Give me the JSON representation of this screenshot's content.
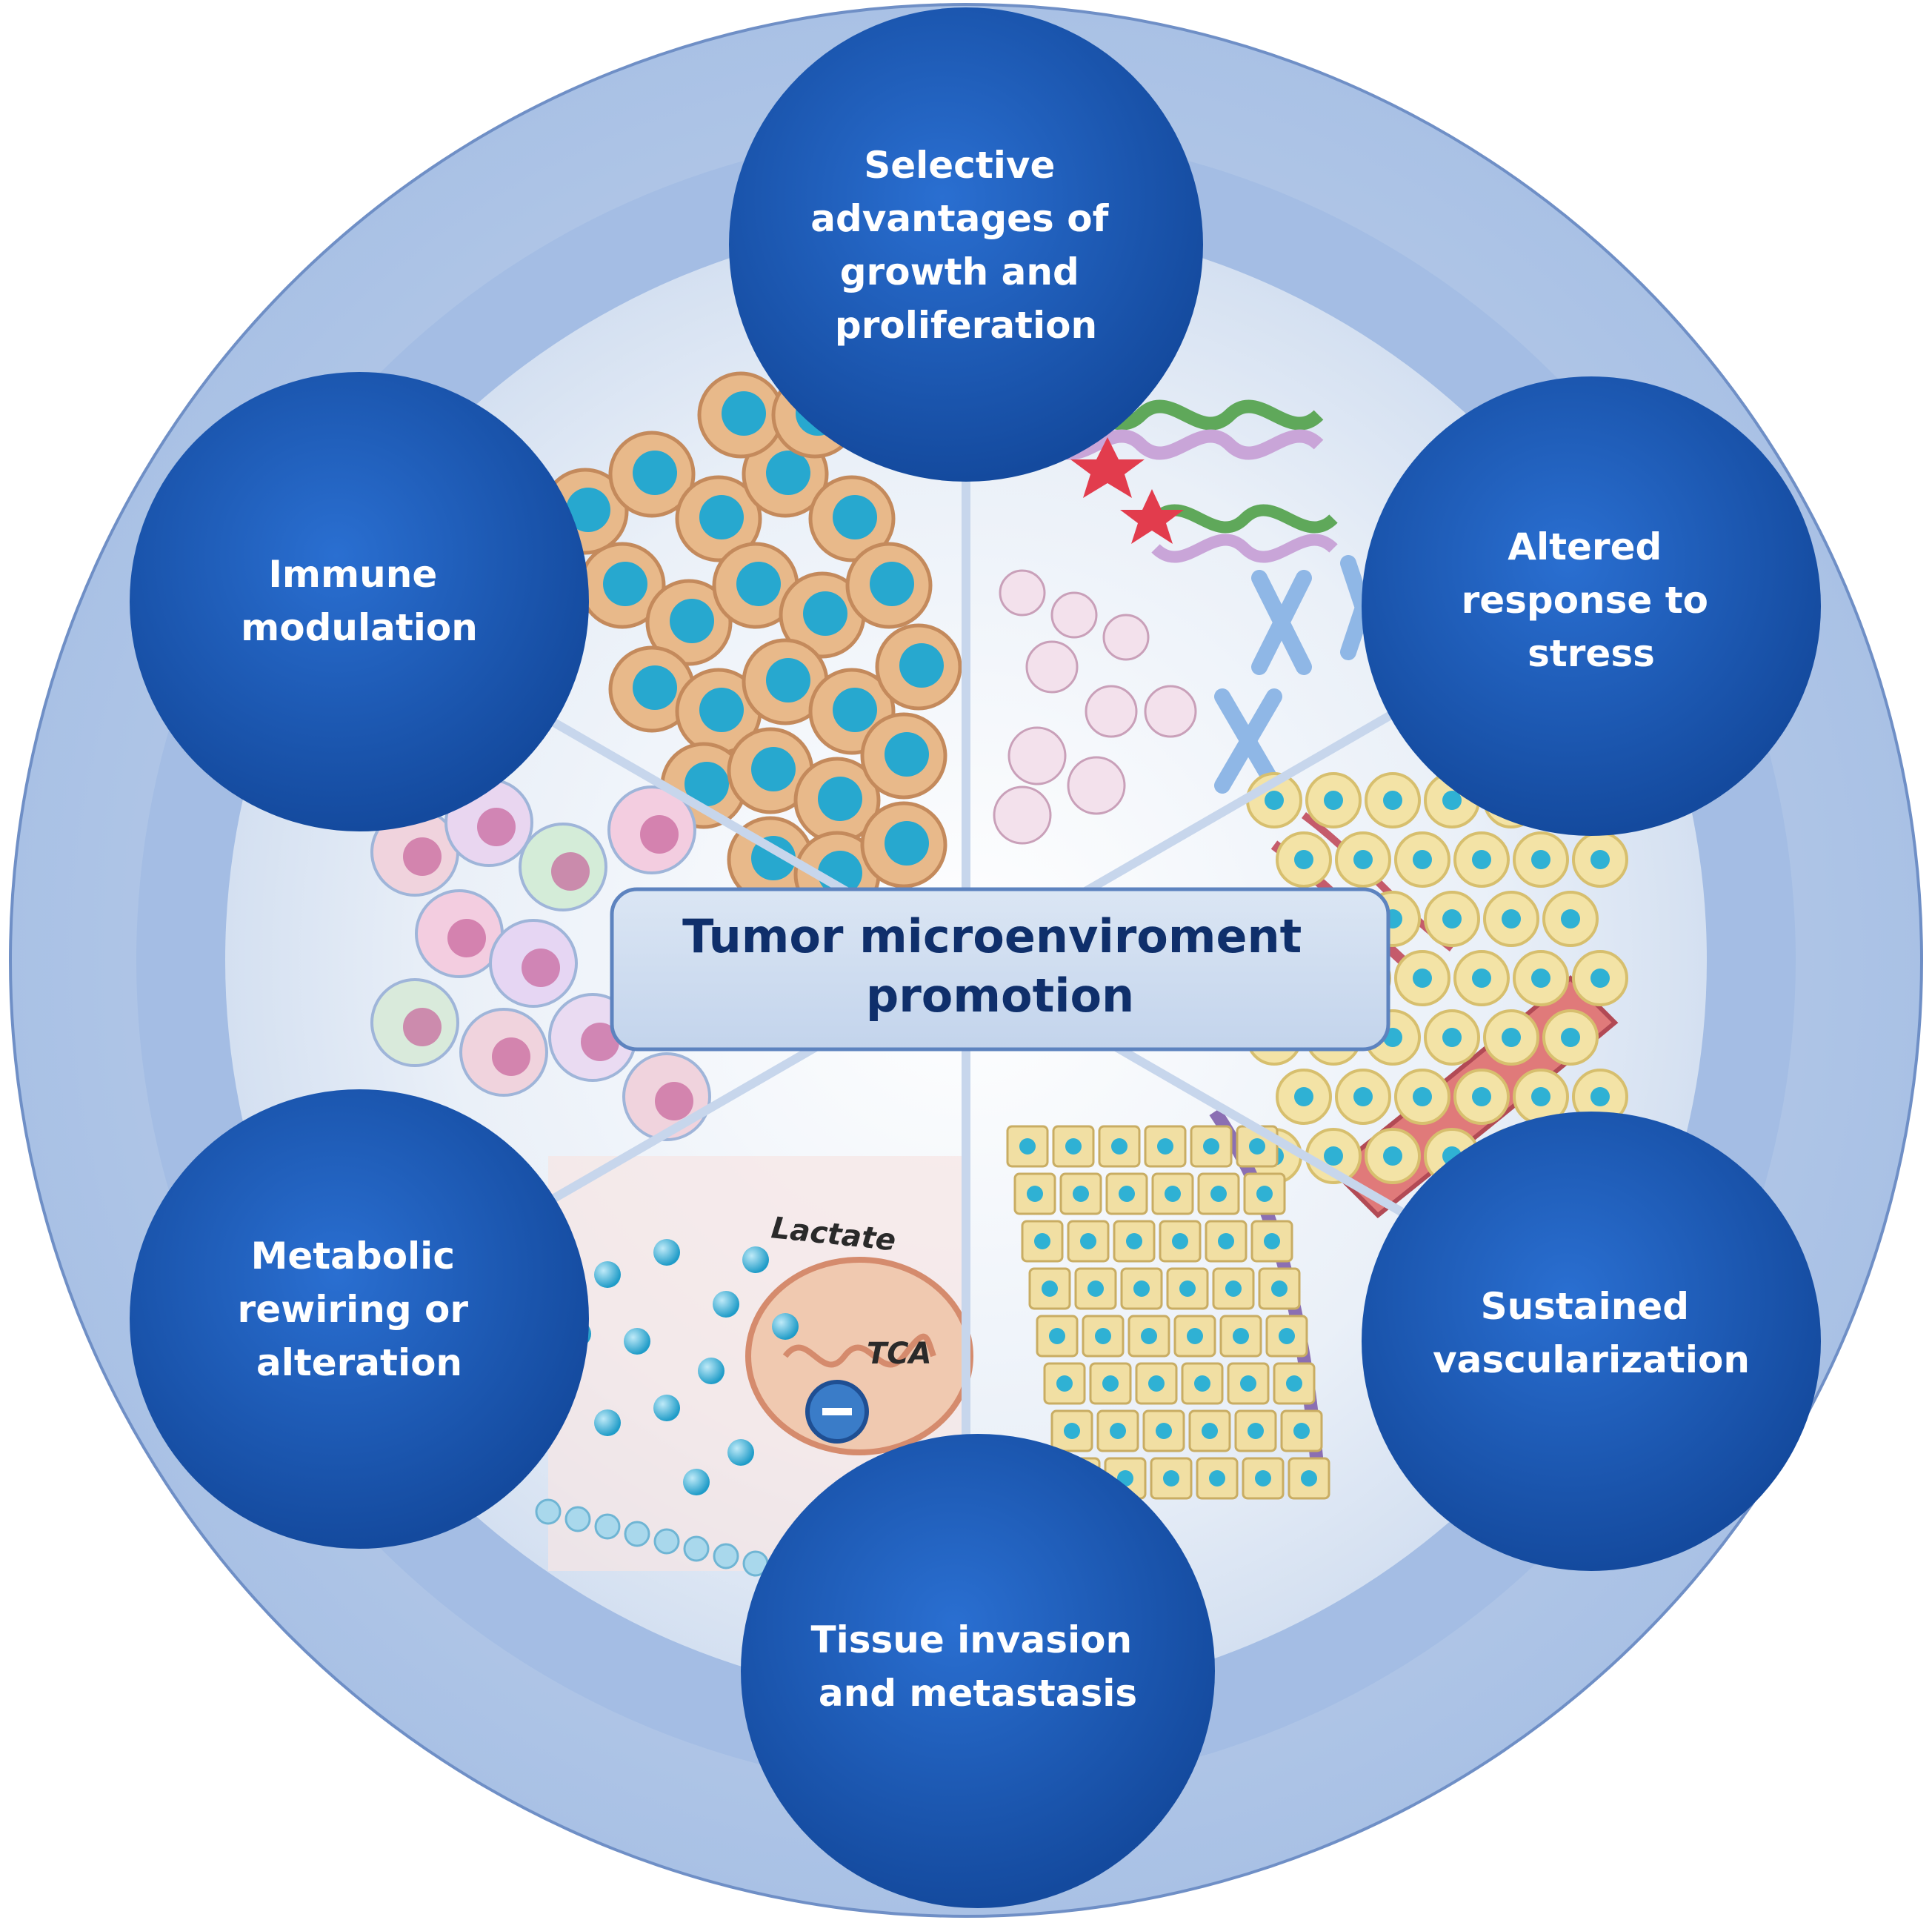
{
  "center": {
    "lines": [
      "Tumor microenviroment",
      "promotion"
    ]
  },
  "hallmarks": [
    {
      "id": "growth",
      "lines": [
        "Selective",
        "advantages of",
        "growth and",
        "proliferation"
      ]
    },
    {
      "id": "stress",
      "lines": [
        "Altered",
        "response to",
        "stress"
      ]
    },
    {
      "id": "vascular",
      "lines": [
        "Sustained",
        "vascularization"
      ]
    },
    {
      "id": "invasion",
      "lines": [
        "Tissue invasion",
        "and metastasis"
      ]
    },
    {
      "id": "metabolic",
      "lines": [
        "Metabolic",
        "rewiring or",
        "alteration"
      ]
    },
    {
      "id": "immune",
      "lines": [
        "Immune",
        "modulation"
      ]
    }
  ],
  "illustration_labels": {
    "lactate": "Lactate",
    "tca": "TCA"
  },
  "colors": {
    "outer_ring": "#b9cdea",
    "middle_ring": "#9fb9e2",
    "inner_disc": "#e4ecf7",
    "node_fill": "#1e5cb8",
    "node_dark": "#123f8a",
    "center_box": "#cfdcef",
    "center_text": "#0f2f6b",
    "cell_fill": "#e8b98a",
    "nucleus": "#27a8cf"
  }
}
